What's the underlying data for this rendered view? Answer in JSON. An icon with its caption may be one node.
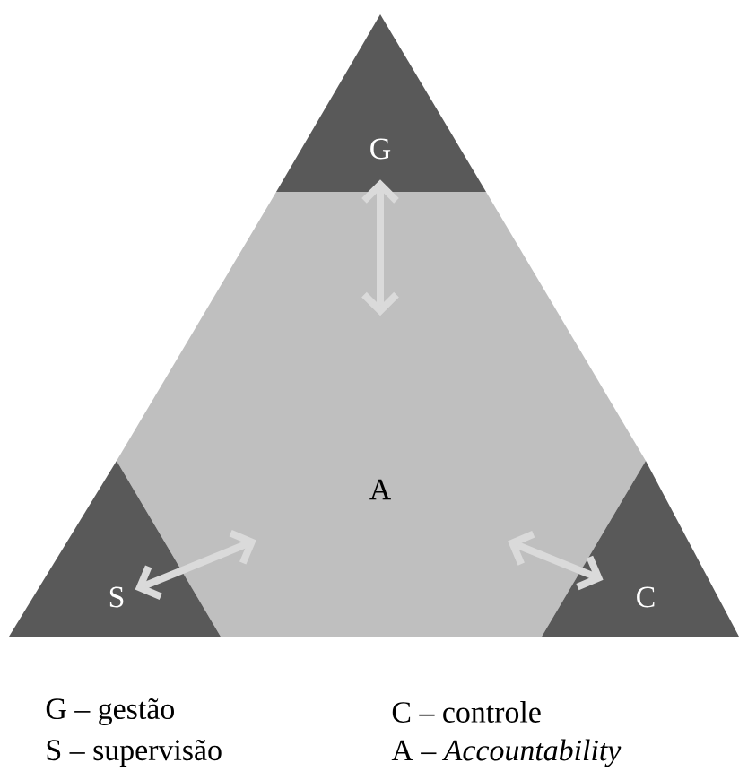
{
  "diagram": {
    "nodes": [
      {
        "text": [
          "G"
        ]
      },
      {
        "text": [
          "A"
        ]
      },
      {
        "text": [
          "S"
        ]
      },
      {
        "text": [
          "C"
        ]
      }
    ],
    "edges": [
      {
        "from": 0,
        "to": 1,
        "arrow": "both"
      },
      {
        "from": 2,
        "to": 1,
        "arrow": "both"
      },
      {
        "from": 3,
        "to": 1,
        "arrow": "both"
      }
    ],
    "labels": [
      "G – gestão",
      "C – controle",
      "S – supervisão",
      "A – *Accountability*"
    ]
  }
}
